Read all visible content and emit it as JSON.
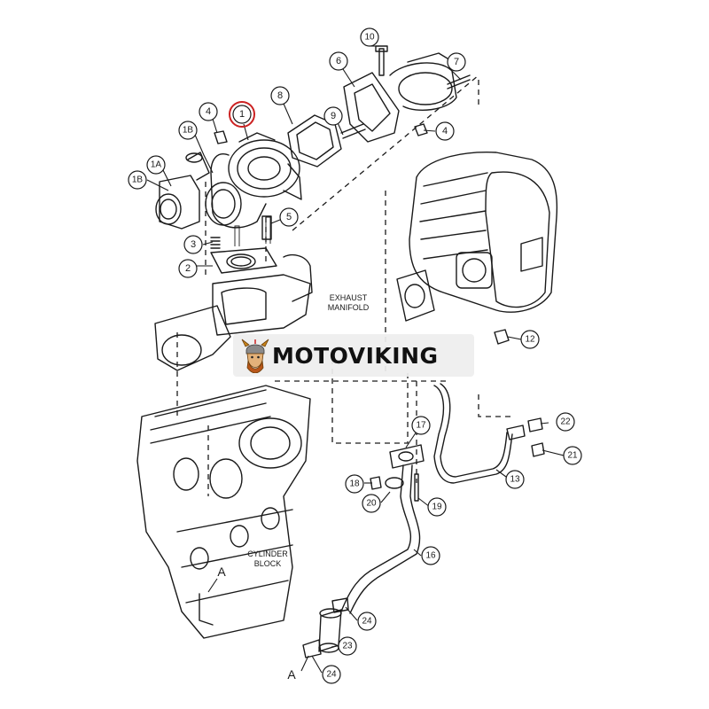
{
  "brand": {
    "name": "MOTOVIKING",
    "logo": "viking-head-logo",
    "accent": "#c8841a"
  },
  "highlight_color": "#cc2222",
  "labels": {
    "exhaust_manifold_line1": "EXHAUST",
    "exhaust_manifold_line2": "MANIFOLD",
    "cylinder_block_line1": "CYLINDER",
    "cylinder_block_line2": "BLOCK",
    "ref_a_top": "A",
    "ref_a_bottom": "A"
  },
  "callouts": [
    {
      "id": "c1",
      "text": "1",
      "highlighted": true
    },
    {
      "id": "c1a",
      "text": "1A"
    },
    {
      "id": "c1b-top",
      "text": "1B"
    },
    {
      "id": "c1b-left",
      "text": "1B"
    },
    {
      "id": "c2",
      "text": "2"
    },
    {
      "id": "c3",
      "text": "3"
    },
    {
      "id": "c4-top",
      "text": "4"
    },
    {
      "id": "c4-right",
      "text": "4"
    },
    {
      "id": "c5",
      "text": "5"
    },
    {
      "id": "c6",
      "text": "6"
    },
    {
      "id": "c7",
      "text": "7"
    },
    {
      "id": "c8",
      "text": "8"
    },
    {
      "id": "c9",
      "text": "9"
    },
    {
      "id": "c10",
      "text": "10"
    },
    {
      "id": "c12",
      "text": "12"
    },
    {
      "id": "c13",
      "text": "13"
    },
    {
      "id": "c16",
      "text": "16"
    },
    {
      "id": "c17",
      "text": "17"
    },
    {
      "id": "c18",
      "text": "18"
    },
    {
      "id": "c19",
      "text": "19"
    },
    {
      "id": "c20",
      "text": "20"
    },
    {
      "id": "c21",
      "text": "21"
    },
    {
      "id": "c22",
      "text": "22"
    },
    {
      "id": "c23",
      "text": "23"
    },
    {
      "id": "c24-upper",
      "text": "24"
    },
    {
      "id": "c24-lower",
      "text": "24"
    }
  ]
}
